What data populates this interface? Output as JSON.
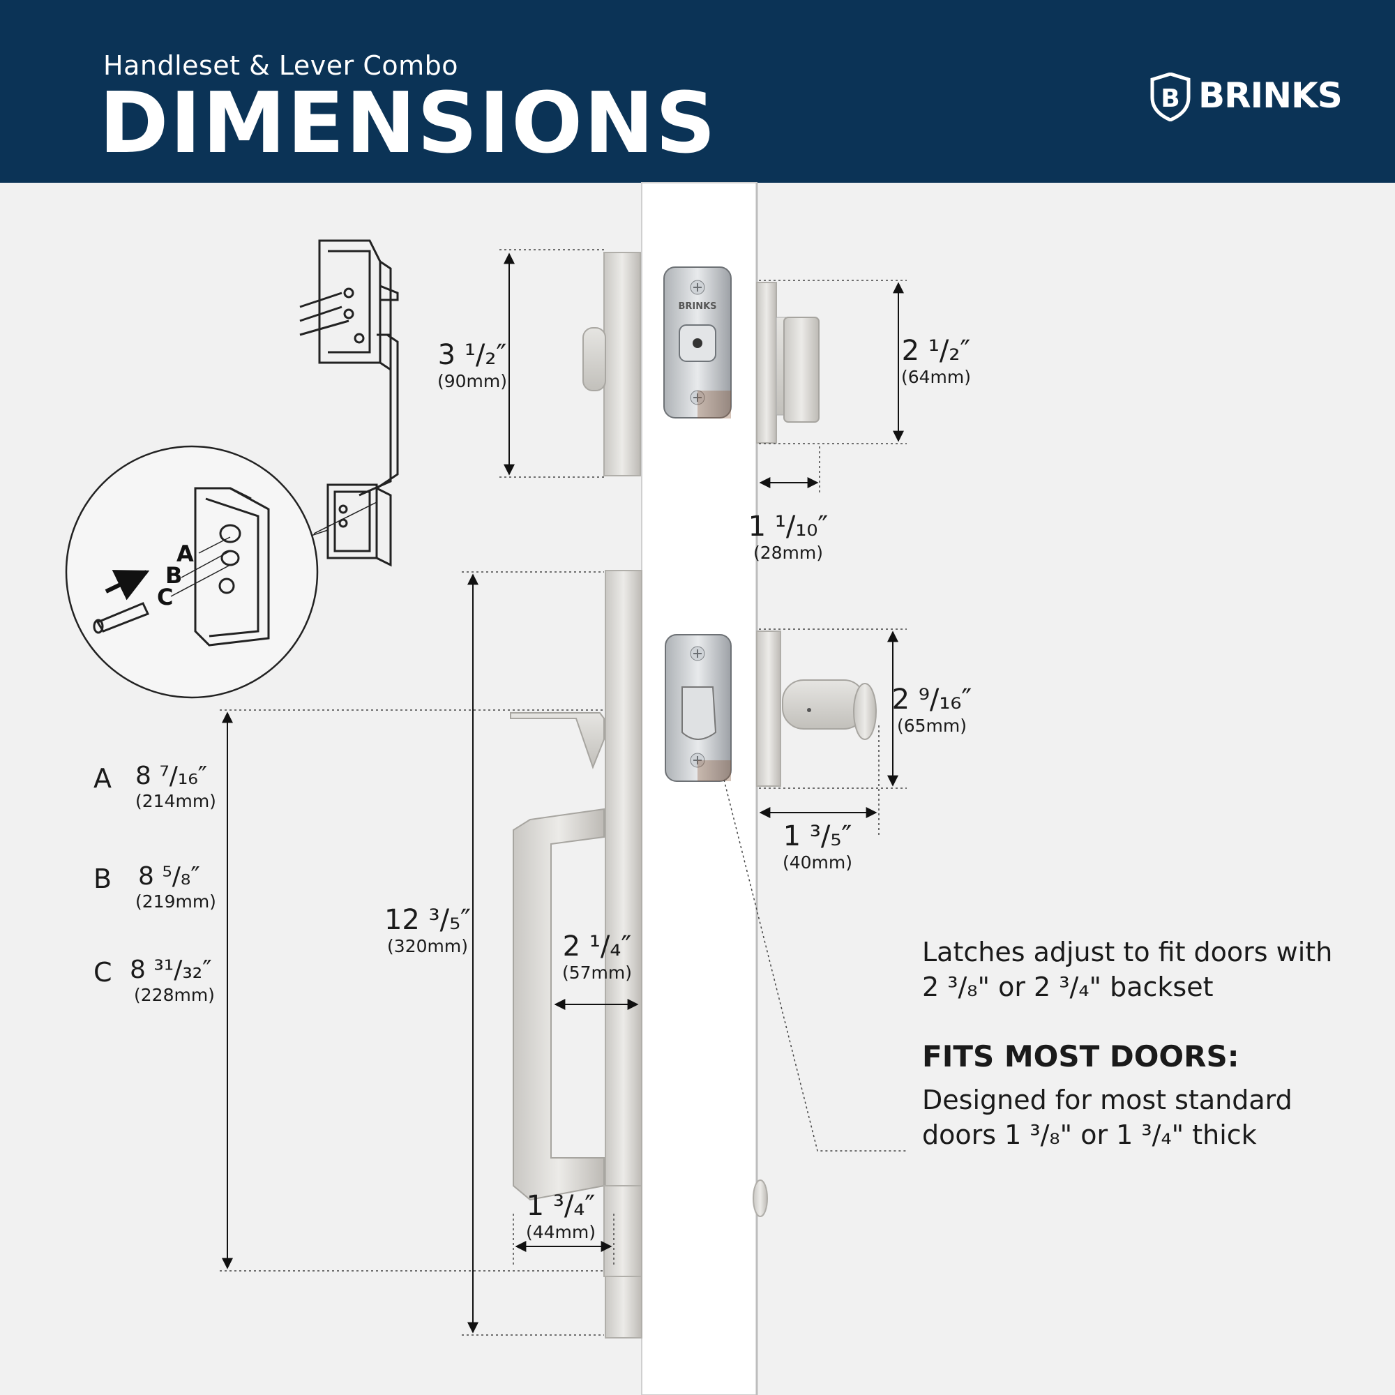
{
  "header": {
    "subtitle": "Handleset & Lever Combo",
    "title": "DIMENSIONS",
    "brand": "BRINKS",
    "brand_mark": "B"
  },
  "colors": {
    "header_bg": "#0b3356",
    "background": "#f1f1f1",
    "text": "#1a1a1a",
    "metal": "#d6d4d0"
  },
  "door_plate_label": "BRINKS",
  "callout_letters": [
    "A",
    "B",
    "C"
  ],
  "legend": [
    {
      "letter": "A",
      "value": "8 ⁷/₁₆″",
      "mm": "(214mm)"
    },
    {
      "letter": "B",
      "value": "8 ⁵/₈″",
      "mm": "(219mm)"
    },
    {
      "letter": "C",
      "value": "8 ³¹/₃₂″",
      "mm": "(228mm)"
    }
  ],
  "dimensions": {
    "deadbolt_height": {
      "value": "3 ¹/₂″",
      "mm": "(90mm)"
    },
    "inside_deadbolt_height": {
      "value": "2 ¹/₂″",
      "mm": "(64mm)"
    },
    "thumbturn_projection": {
      "value": "1 ¹/₁₀″",
      "mm": "(28mm)"
    },
    "inside_knob_height": {
      "value": "2 ⁹/₁₆″",
      "mm": "(65mm)"
    },
    "knob_projection": {
      "value": "1 ³/₅″",
      "mm": "(40mm)"
    },
    "handleset_height": {
      "value": "12 ³/₅″",
      "mm": "(320mm)"
    },
    "grip_clearance": {
      "value": "2 ¹/₄″",
      "mm": "(57mm)"
    },
    "handle_depth": {
      "value": "1 ³/₄″",
      "mm": "(44mm)"
    }
  },
  "notes": {
    "latch": "Latches adjust to fit doors with 2 ³/₈\" or 2 ³/₄\" backset",
    "fits_heading": "FITS MOST DOORS:",
    "fits_body": "Designed for most standard doors 1 ³/₈\" or 1 ³/₄\" thick"
  }
}
